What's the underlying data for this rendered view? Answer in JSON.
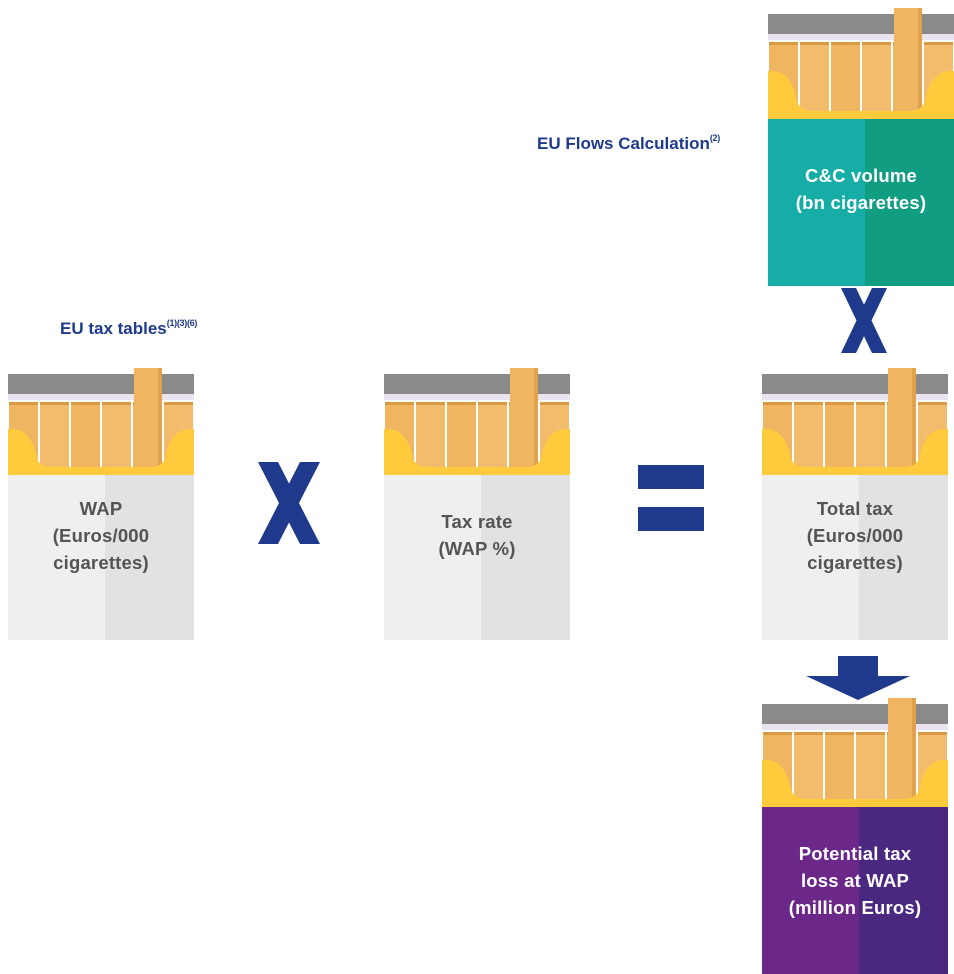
{
  "headings": {
    "eu_tax_tables": {
      "text": "EU tax tables",
      "sup": "(1)(3)(6)"
    },
    "eu_flows": {
      "text": "EU Flows Calculation",
      "sup": "(2)"
    }
  },
  "packs": {
    "wap": {
      "lines": [
        "WAP",
        "(Euros/000",
        "cigarettes)"
      ]
    },
    "tax_rate": {
      "lines": [
        "Tax rate",
        "(WAP %)"
      ]
    },
    "total_tax": {
      "lines": [
        "Total tax",
        "(Euros/000",
        "cigarettes)"
      ]
    },
    "cc_volume": {
      "lines": [
        "C&C volume",
        "(bn cigarettes)"
      ]
    },
    "tax_loss": {
      "lines": [
        "Potential tax",
        "loss at WAP",
        "(million Euros)"
      ]
    }
  },
  "operators": {
    "multiply": "X",
    "equals": "="
  },
  "colors": {
    "navy": "#1f3a8c",
    "pack_gray": "#efefef",
    "pack_teal": "#15ada6",
    "pack_purple": "#6b2889",
    "cigarette": "#f0b560",
    "pack_yellow": "#ffcb3d"
  },
  "icons": [
    "cigarette-pack-icon",
    "down-arrow-icon",
    "multiply-icon",
    "equals-icon"
  ]
}
